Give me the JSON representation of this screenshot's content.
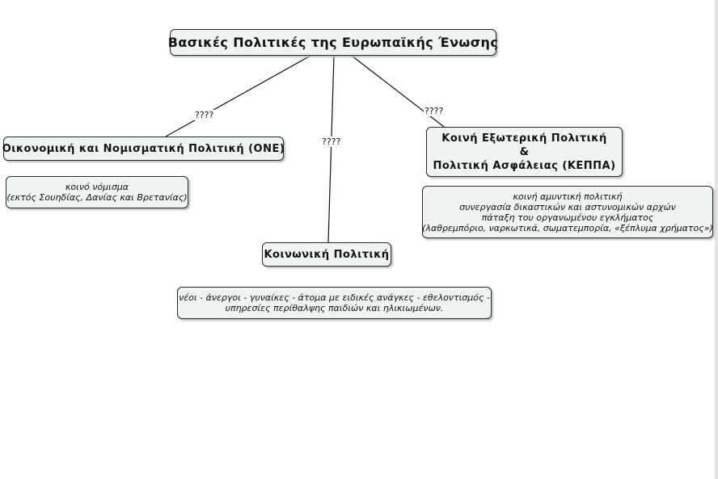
{
  "root": {
    "title": "Βασικές Πολιτικές της Ευρωπαϊκής Ένωσης"
  },
  "links": {
    "left_label": "????",
    "middle_label": "????",
    "right_label": "????"
  },
  "economic": {
    "title": "Οικονομική και Νομισματική Πολιτική (ΟΝΕ)",
    "note_lines": [
      "κοινό νόμισμα",
      "(εκτός Σουηδίας, Δανίας και Βρετανίας)"
    ]
  },
  "social": {
    "title": "Κοινωνική Πολιτική",
    "note_lines": [
      "νέοι - άνεργοι - γυναίκες - άτομα με ειδικές ανάγκες - εθελοντισμός -",
      "υπηρεσίες περίθαλψης παιδιών και ηλικιωμένων."
    ]
  },
  "foreign": {
    "title_lines": [
      "Κοινή Εξωτερική Πολιτική",
      "&",
      "Πολιτική Ασφάλειας (ΚΕΠΠΑ)"
    ],
    "note_lines": [
      "κοινή αμυντική πολιτική",
      "συνεργασία  δικαστικών και αστυνομικών αρχών",
      "πάταξη του οργανωμένου εγκλήματος",
      "(λαθρεμπόριο, ναρκωτικά, σωματεμπορία, «ξέπλυμα χρήματος»)"
    ]
  }
}
